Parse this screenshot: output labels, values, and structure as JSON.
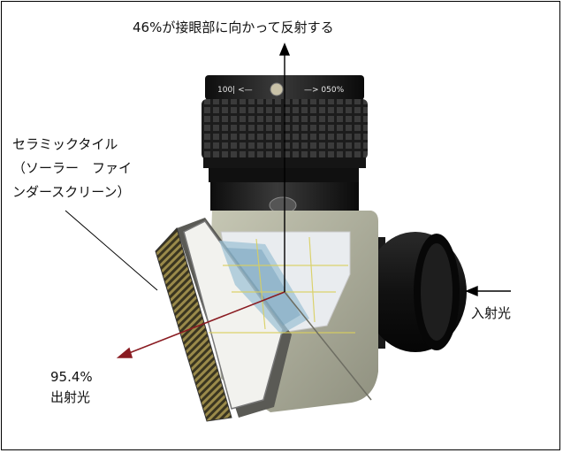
{
  "labels": {
    "reflected_to_eyepiece": "46%が接眼部に向かって反射する",
    "ceramic_tile_line1": "セラミックタイル",
    "ceramic_tile_line2": "（ソーラー　ファイ",
    "ceramic_tile_line3": "ンダースクリーン）",
    "incident_light": "入射光",
    "exit_percent": "95.4%",
    "exit_light": "出射光"
  },
  "eyepiece_scale": {
    "left_text": "100| <—",
    "right_text": "—> 050%"
  },
  "colors": {
    "body_gray": "#b3b4a0",
    "barrel_black": "#1a1a1a",
    "mirror_blue": "#9fc3d6",
    "ray_color": "#8a1c22"
  }
}
